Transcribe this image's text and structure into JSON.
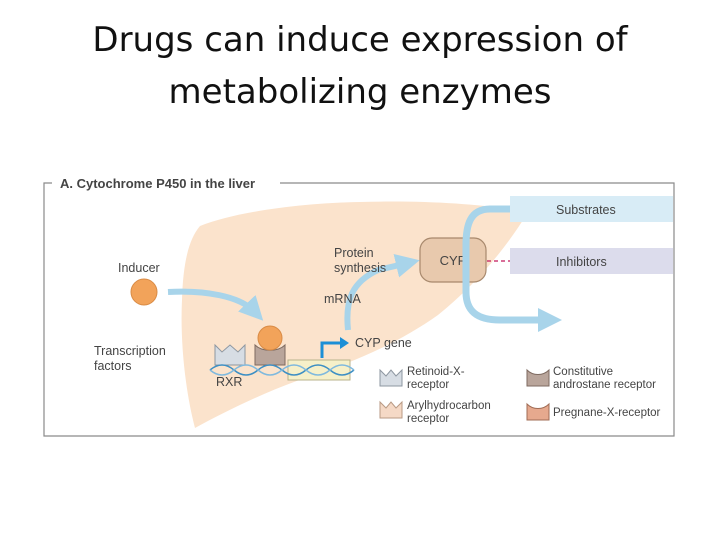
{
  "slide": {
    "title_line1": "Drugs can induce expression of",
    "title_line2": "metabolizing enzymes"
  },
  "figure": {
    "panel_title": "A. Cytochrome P450 in the liver",
    "inducer_label": "Inducer",
    "transcription_factors_line1": "Transcription",
    "transcription_factors_line2": "factors",
    "rxr_label": "RXR",
    "cyp_gene_label": "CYP gene",
    "mrna_label": "mRNA",
    "protein_synthesis_line1": "Protein",
    "protein_synthesis_line2": "synthesis",
    "cyp_label": "CYP",
    "substrates_label": "Substrates",
    "inhibitors_label": "Inhibitors",
    "colors": {
      "liver": "#fbe3cc",
      "arrow": "#a8d4ea",
      "inducer": "#f2a35a",
      "cyp_box": "#e8c9ad",
      "substrates_box": "#d8ecf6",
      "inhibitors_box": "#dcdcec",
      "gene_arrow": "#1c8fd6",
      "inhibitor_line": "#c2185b"
    }
  },
  "legend": {
    "retinoid_line1": "Retinoid-X-",
    "retinoid_line2": "receptor",
    "arylhydrocarbon_line1": "Arylhydrocarbon",
    "arylhydrocarbon_line2": "receptor",
    "constitutive_line1": "Constitutive",
    "constitutive_line2": "androstane receptor",
    "pregnane": "Pregnane-X-receptor"
  }
}
